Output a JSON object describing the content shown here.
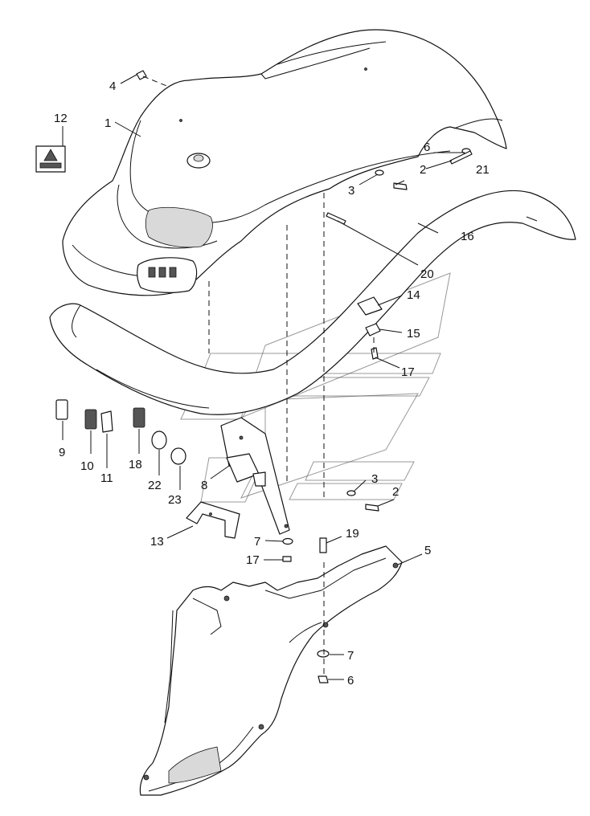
{
  "diagram": {
    "callouts": [
      {
        "id": "c1",
        "label": "1"
      },
      {
        "id": "c2a",
        "label": "2"
      },
      {
        "id": "c2b",
        "label": "2"
      },
      {
        "id": "c3a",
        "label": "3"
      },
      {
        "id": "c3b",
        "label": "3"
      },
      {
        "id": "c4",
        "label": "4"
      },
      {
        "id": "c5",
        "label": "5"
      },
      {
        "id": "c6a",
        "label": "6"
      },
      {
        "id": "c6b",
        "label": "6"
      },
      {
        "id": "c7a",
        "label": "7"
      },
      {
        "id": "c7b",
        "label": "7"
      },
      {
        "id": "c8",
        "label": "8"
      },
      {
        "id": "c9",
        "label": "9"
      },
      {
        "id": "c10",
        "label": "10"
      },
      {
        "id": "c11",
        "label": "11"
      },
      {
        "id": "c12",
        "label": "12"
      },
      {
        "id": "c13",
        "label": "13"
      },
      {
        "id": "c14",
        "label": "14"
      },
      {
        "id": "c15",
        "label": "15"
      },
      {
        "id": "c16",
        "label": "16"
      },
      {
        "id": "c17a",
        "label": "17"
      },
      {
        "id": "c17b",
        "label": "17"
      },
      {
        "id": "c18",
        "label": "18"
      },
      {
        "id": "c19",
        "label": "19"
      },
      {
        "id": "c20",
        "label": "20"
      },
      {
        "id": "c21",
        "label": "21"
      },
      {
        "id": "c22",
        "label": "22"
      },
      {
        "id": "c23",
        "label": "23"
      }
    ],
    "icons": {
      "warning_decal": "warning-triangle-icon",
      "watermark": "brand-logo-watermark"
    }
  }
}
